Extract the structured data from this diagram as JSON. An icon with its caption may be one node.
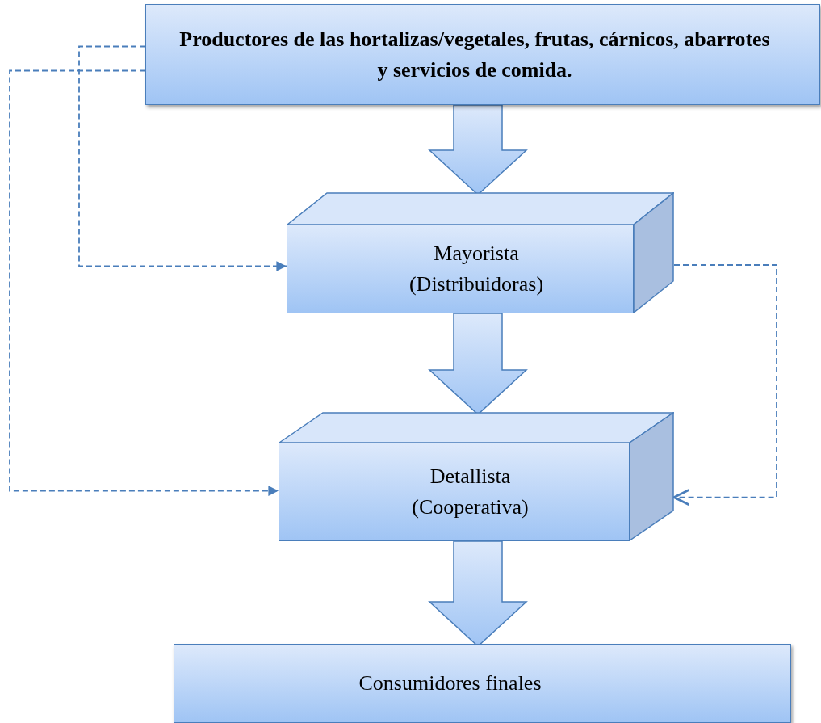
{
  "diagram": {
    "nodes": [
      {
        "text": [
          "Productores de las hortalizas/vegetales, frutas, cárnicos, abarrotes y servicios de comida."
        ]
      },
      {
        "text": [
          "Mayorista (Distribuidoras)"
        ]
      },
      {
        "text": [
          "Detallista (Cooperativa)"
        ]
      },
      {
        "text": [
          "Consumidores finales"
        ]
      }
    ],
    "edges": [
      {
        "from": 0,
        "to": 1,
        "arrow": "to",
        "style": "thick"
      },
      {
        "from": 1,
        "to": 2,
        "arrow": "to",
        "style": "thick"
      },
      {
        "from": 2,
        "to": 3,
        "arrow": "to",
        "style": "thick"
      },
      {
        "from": 0,
        "to": 1,
        "arrow": "to",
        "style": "dashed"
      },
      {
        "from": 0,
        "to": 2,
        "arrow": "to",
        "style": "dashed"
      },
      {
        "from": 1,
        "to": 2,
        "arrow": "to",
        "style": "dashed"
      }
    ]
  }
}
